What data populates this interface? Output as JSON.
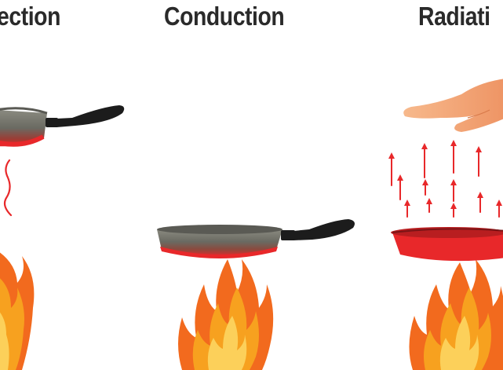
{
  "labels": {
    "convection": "ection",
    "conduction": "Conduction",
    "radiation": "Radiati"
  },
  "colors": {
    "label_text": "#2a2a2a",
    "pan_body": "#6a6a62",
    "pan_hot": "#e8282a",
    "handle": "#1c1c1c",
    "flame_outer": "#f26a1e",
    "flame_mid": "#f7a11f",
    "flame_inner": "#fcd05a",
    "heat_wave": "#e8282a",
    "radiation_arrow": "#e8282a",
    "hand_skin": "#f4a878"
  },
  "icons": [
    "frying-pan-icon",
    "pan-handle-icon",
    "flame-icon",
    "heat-wave-icon",
    "radiation-arrow-icon",
    "hand-icon"
  ]
}
